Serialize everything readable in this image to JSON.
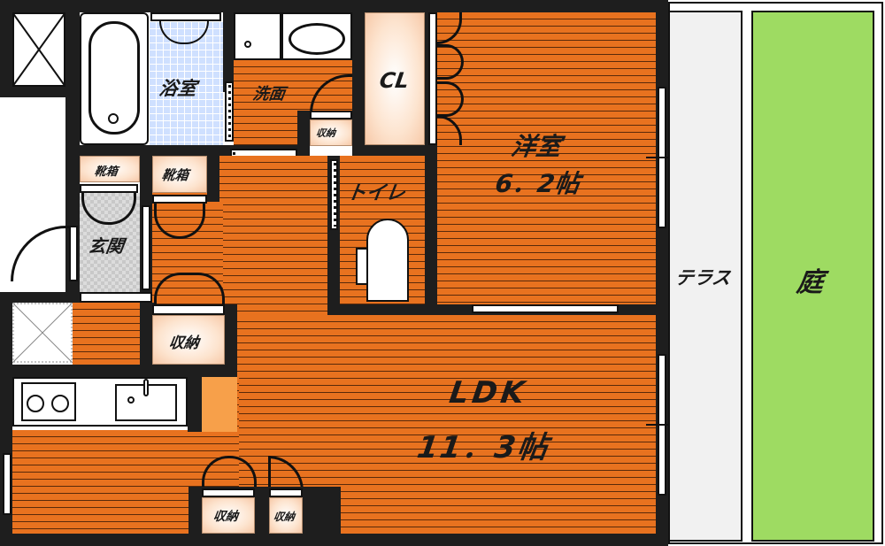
{
  "floorplan": {
    "rooms": {
      "bathroom": {
        "label": "浴室"
      },
      "washroom": {
        "label": "洗面"
      },
      "closet": {
        "label": "CL"
      },
      "small_storage_washroom": {
        "label": "収納"
      },
      "toilet": {
        "label": "トイレ"
      },
      "western_room": {
        "label": "洋室",
        "size": "6．2帖"
      },
      "shoe_box_1": {
        "label": "靴箱"
      },
      "shoe_box_2": {
        "label": "靴箱"
      },
      "entrance": {
        "label": "玄関"
      },
      "storage_hall": {
        "label": "収納"
      },
      "ldk": {
        "label": "LDK",
        "size": "11．3帖"
      },
      "storage_ldk_1": {
        "label": "収納"
      },
      "storage_ldk_2": {
        "label": "収納"
      },
      "terrace": {
        "label": "テラス"
      },
      "garden": {
        "label": "庭"
      }
    },
    "colors": {
      "floor": "#e8721f",
      "wall": "#1e1e1e",
      "bath_tile": "#cfe0ff",
      "garden": "#9edb62",
      "terrace": "#f1f1f1",
      "storage": "#fde4cf",
      "kitchen_accent": "#f7a04a"
    }
  }
}
